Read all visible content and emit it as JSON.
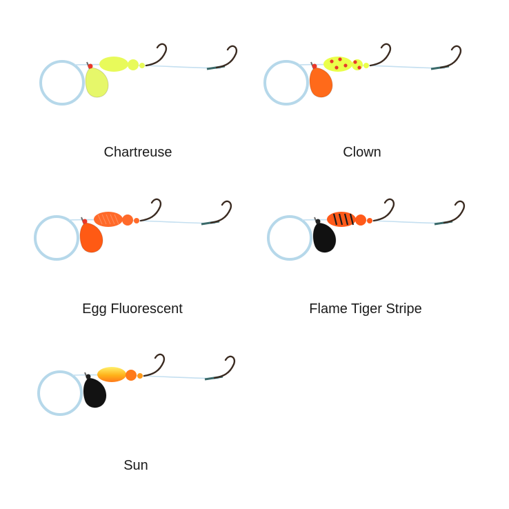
{
  "lures": [
    {
      "name": "Chartreuse",
      "blade_color": "#e6f76a",
      "bead_color": "#e8fa5a",
      "accent_color": "#d9f04a",
      "pattern": "plain"
    },
    {
      "name": "Clown",
      "blade_color": "#ff6a1a",
      "bead_color": "#eaff4a",
      "accent_color": "#e8382a",
      "pattern": "dots"
    },
    {
      "name": "Egg Fluorescent",
      "blade_color": "#ff5a14",
      "bead_color": "#ff6a2a",
      "accent_color": "#ff4a3a",
      "pattern": "plain"
    },
    {
      "name": "Flame Tiger Stripe",
      "blade_color": "#111111",
      "bead_color": "#ff5a1a",
      "accent_color": "#1a1a1a",
      "pattern": "stripes"
    },
    {
      "name": "Sun",
      "blade_color": "#121212",
      "bead_color": "#ffb21a",
      "accent_color": "#ff7a1a",
      "pattern": "gradient"
    }
  ]
}
